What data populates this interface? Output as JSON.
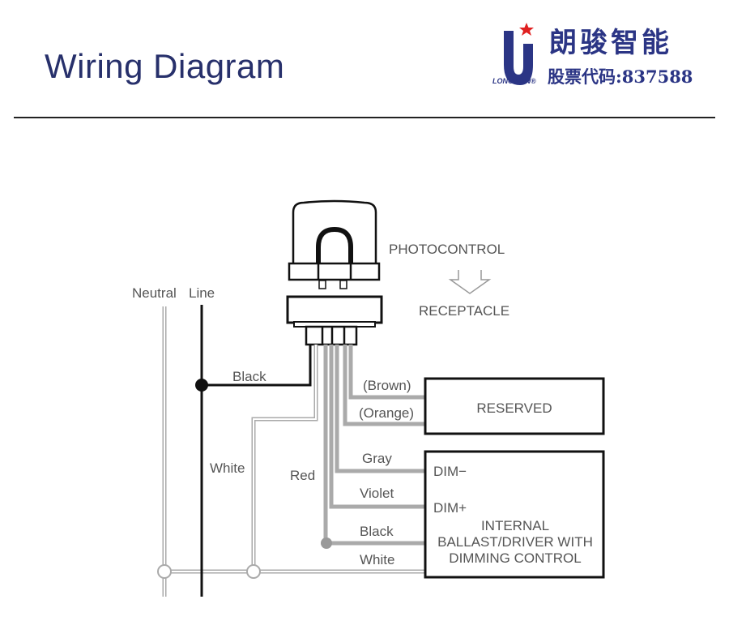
{
  "header": {
    "title": "Wiring Diagram",
    "logo": {
      "brand": "LONGJOIN",
      "name_cn": "朗骏智能",
      "stock_label": "股票代码:",
      "stock_code": "837588",
      "brand_color": "#2b3585",
      "star_color": "#e02020"
    }
  },
  "diagram": {
    "photocontrol": "PHOTOCONTROL",
    "receptacle": "RECEPTACLE",
    "neutral": "Neutral",
    "line": "Line",
    "wires": {
      "black_line": "Black",
      "white_neutral": "White",
      "red": "Red",
      "brown": "(Brown)",
      "orange": "(Orange)",
      "gray": "Gray",
      "violet": "Violet",
      "black_driver": "Black",
      "white_driver": "White"
    },
    "reserved_box": "RESERVED",
    "driver_box": {
      "dim_minus": "DIM−",
      "dim_plus": "DIM+",
      "line1": "INTERNAL",
      "line2": "BALLAST/DRIVER WITH",
      "line3": "DIMMING CONTROL"
    }
  }
}
